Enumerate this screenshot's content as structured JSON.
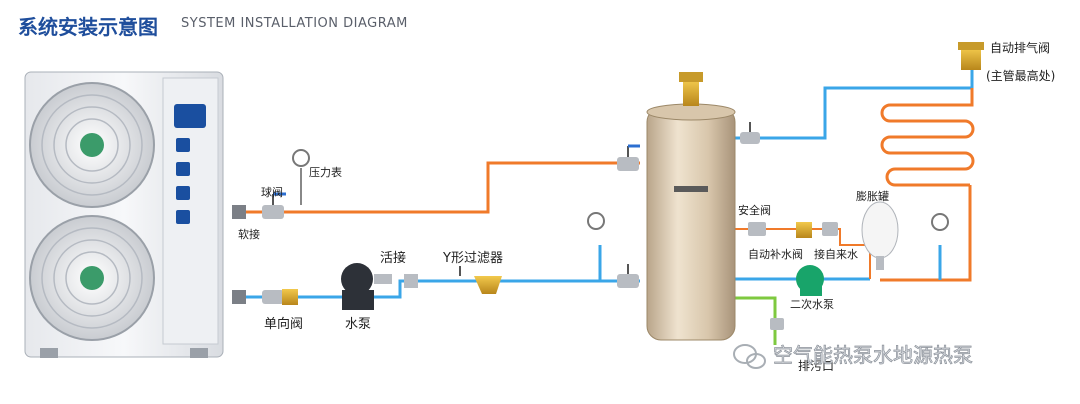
{
  "header": {
    "title": "系统安装示意图",
    "subtitle": "SYSTEM INSTALLATION DIAGRAM"
  },
  "labels": {
    "pressure_gauge": "压力表",
    "ball_valve": "球阀",
    "soft_joint": "软接",
    "live_joint": "活接",
    "y_filter": "Y形过滤器",
    "check_valve": "单向阀",
    "water_pump": "水泵",
    "auto_vent_valve": "自动排气阀",
    "auto_vent_note": "(主管最高处)",
    "safety_valve": "安全阀",
    "auto_fill_valve": "自动补水阀",
    "tap_water_inlet": "接自来水",
    "expansion_tank": "膨胀罐",
    "secondary_pump": "二次水泵",
    "drain_outlet": "排污口"
  },
  "watermark": "空气能热泵水地源热泵",
  "colors": {
    "hot_pipe": "#f07a2a",
    "cold_pipe": "#3aa6e8",
    "green_pipe": "#7ec93f",
    "title": "#1f4e9c"
  },
  "icons": [
    "heat-pump-unit-icon",
    "water-tank-icon",
    "pressure-gauge-icon",
    "ball-valve-icon",
    "water-pump-icon",
    "y-filter-icon",
    "expansion-tank-icon",
    "auto-vent-valve-icon",
    "floor-heating-coil-icon",
    "wechat-icon"
  ]
}
